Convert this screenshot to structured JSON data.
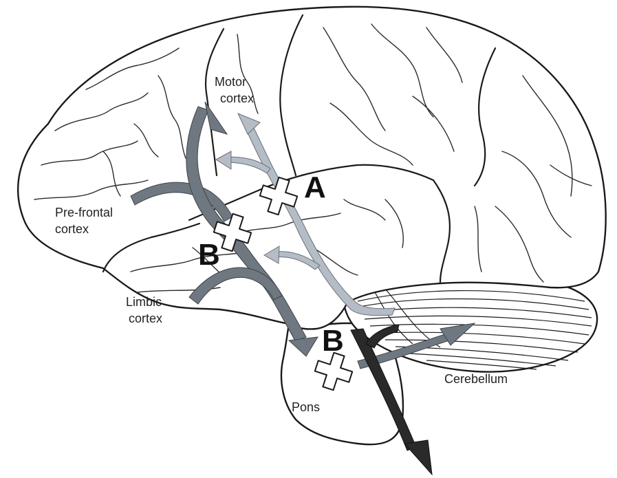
{
  "labels": {
    "motor": [
      "Motor",
      "cortex"
    ],
    "prefrontal": [
      "Pre-frontal",
      "cortex"
    ],
    "limbic": [
      "Limbic",
      "cortex"
    ],
    "cerebellum": "Cerebellum",
    "pons": "Pons"
  },
  "markers": {
    "a": "A",
    "b_upper": "B",
    "b_lower": "B"
  },
  "colors": {
    "light_pathway": "#b4bcc6",
    "mid_pathway": "#6f7880",
    "dark_pathway": "#2a2a2a",
    "outline": "#1a1a1a"
  }
}
